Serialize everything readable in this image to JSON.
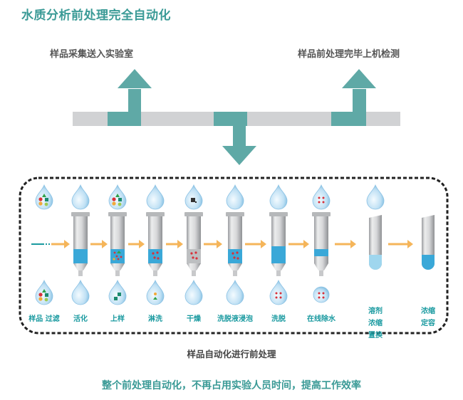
{
  "title": "水质分析前处理完全自动化",
  "top_flow": {
    "left_label": "样品采集送入实验室",
    "right_label": "样品前处理完毕上机检测"
  },
  "colors": {
    "accent": "#3a9a96",
    "arrow_teal": "#5fa9a6",
    "bar_gray": "#d1d2d4",
    "flow_arrow": "#f5b55a",
    "liquid_blue": "#3aa8d8",
    "label_teal": "#1a9aa0",
    "dot_red": "#d8303a"
  },
  "process_box": {
    "caption": "样品自动化进行前处理",
    "steps": [
      {
        "id": "sample-filter",
        "label_lines": [
          "样品 过滤"
        ],
        "top_drop": "mixed",
        "tube": "none",
        "bottom_drop": "mixed"
      },
      {
        "id": "activation",
        "label_lines": [
          "活化"
        ],
        "top_drop": "plain",
        "tube": "cartridge-blue",
        "bottom_drop": "plain"
      },
      {
        "id": "loading",
        "label_lines": [
          "上样"
        ],
        "top_drop": "mixed",
        "tube": "cartridge-mixed",
        "bottom_drop": "squares"
      },
      {
        "id": "rinse",
        "label_lines": [
          "淋洗"
        ],
        "top_drop": "plain",
        "tube": "cartridge-red",
        "bottom_drop": "dot-triangle"
      },
      {
        "id": "dry",
        "label_lines": [
          "干燥"
        ],
        "top_drop": "n2",
        "tube": "cartridge-dry-red",
        "bottom_drop": "plain"
      },
      {
        "id": "elution-soak",
        "label_lines": [
          "洗脱液浸泡"
        ],
        "top_drop": "plain",
        "tube": "cartridge-red",
        "bottom_drop": "plain"
      },
      {
        "id": "elution",
        "label_lines": [
          "洗脱"
        ],
        "top_drop": "plain",
        "tube": "cartridge-blue-high",
        "bottom_drop": "red-dots"
      },
      {
        "id": "online-dewater",
        "label_lines": [
          "在线除水"
        ],
        "top_drop": "red-dots",
        "tube": "cartridge-band",
        "bottom_drop": "red-dots-round"
      },
      {
        "id": "solvent-exchange",
        "label_lines": [
          "溶剂",
          "浓缩",
          "置换"
        ],
        "top_drop": "plain",
        "tube": "test-tube-light",
        "bottom_drop": "none"
      },
      {
        "id": "concentrate-volume",
        "label_lines": [
          "浓缩",
          "定容"
        ],
        "top_drop": "none",
        "tube": "test-tube-dark",
        "bottom_drop": "none"
      }
    ]
  },
  "summary": "整个前处理自动化，不再占用实验人员时间，提高工作效率"
}
